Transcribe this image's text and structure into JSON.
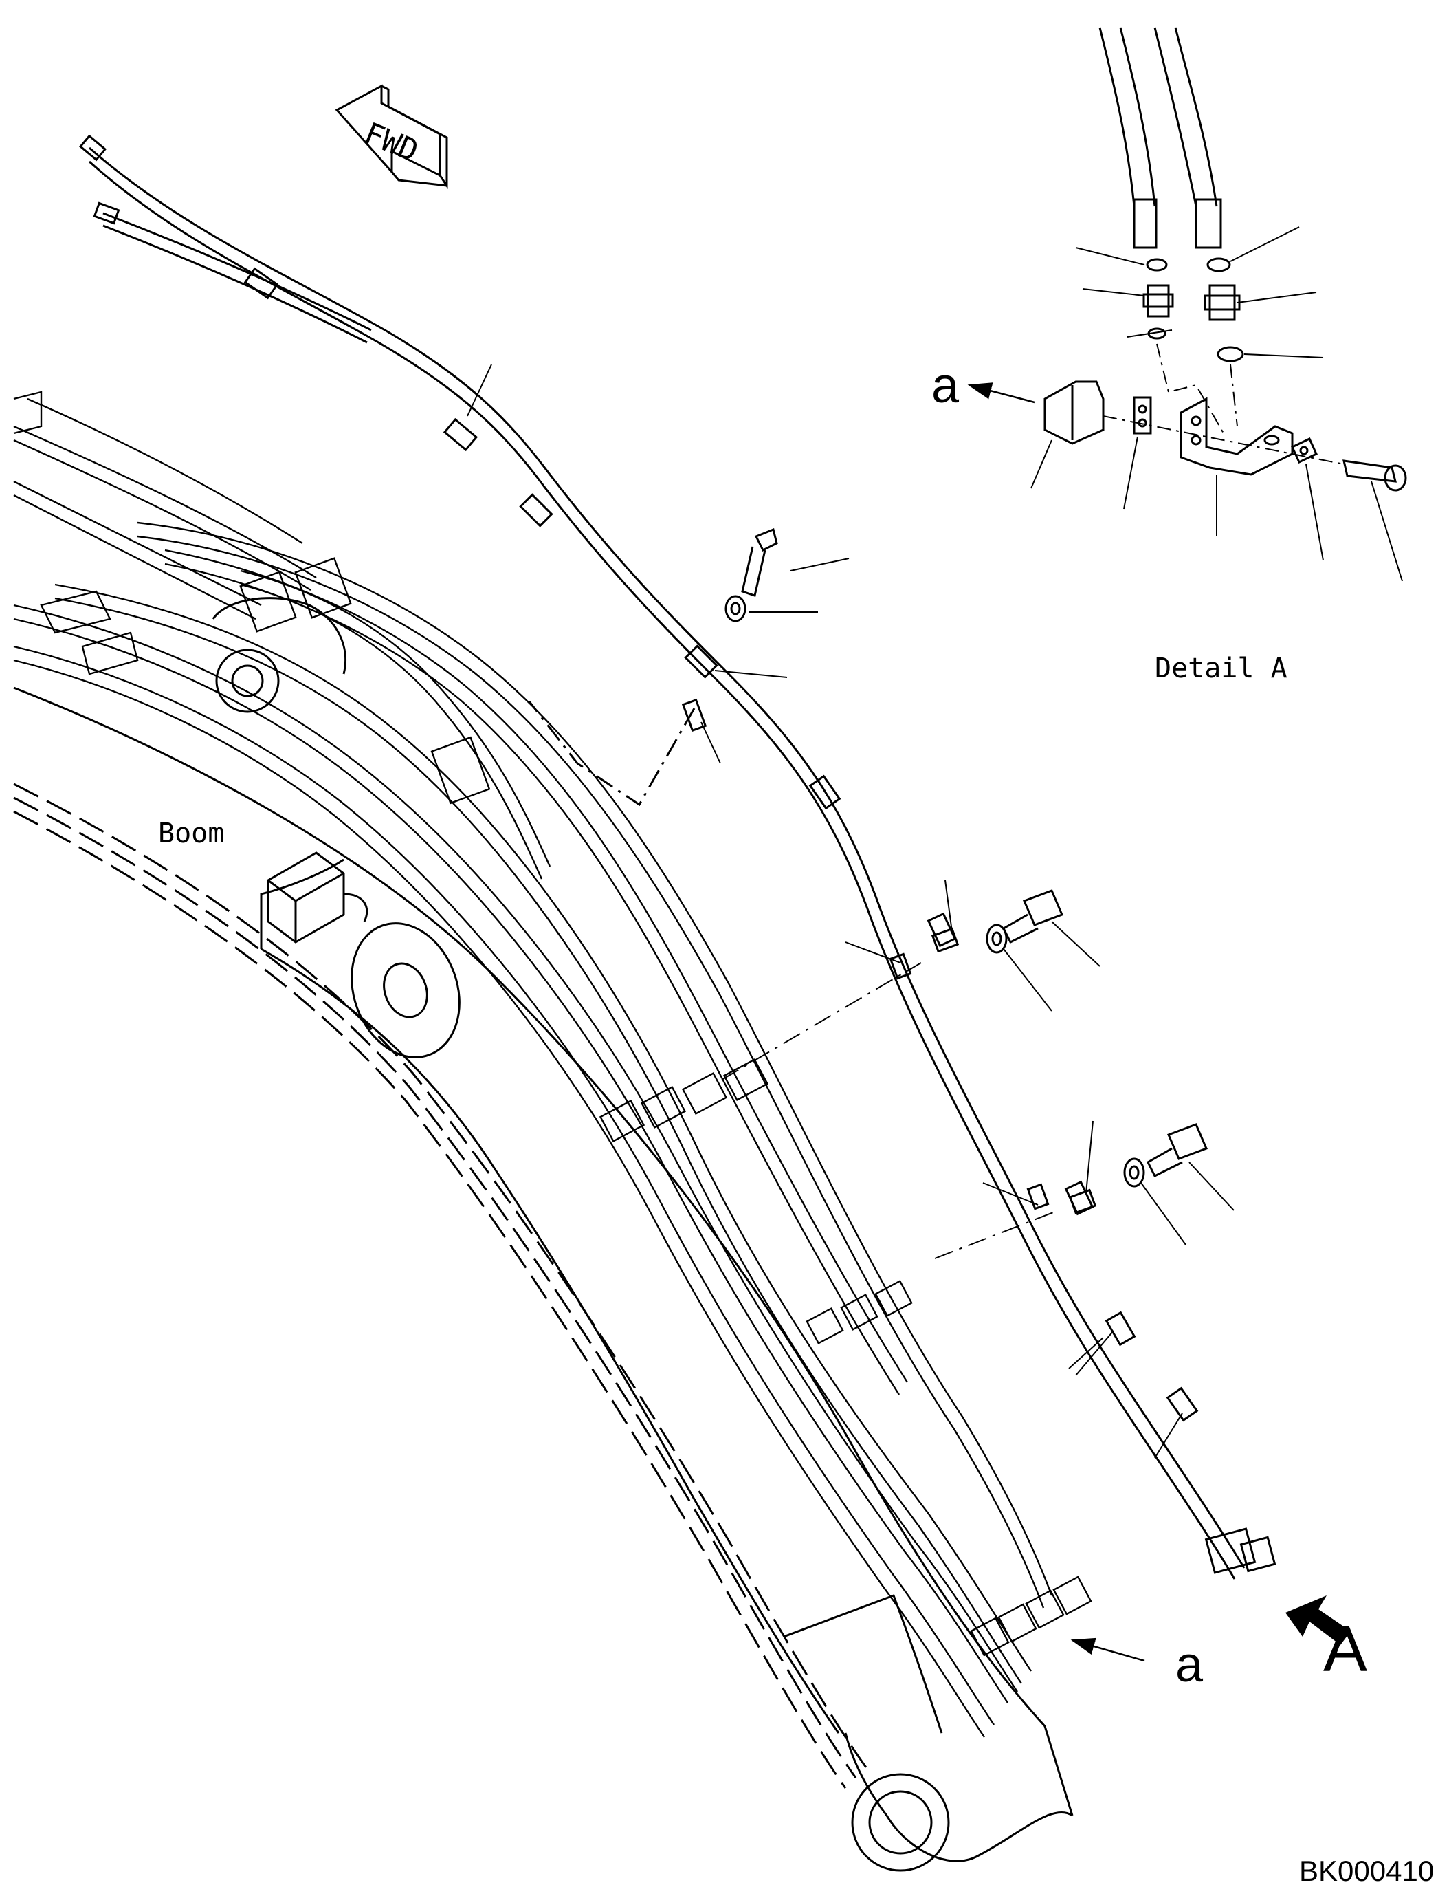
{
  "labels": {
    "fwd": "FWD",
    "detail": "Detail A",
    "boom": "Boom",
    "a_lower": "a",
    "a_detail": "a",
    "view_a": "A",
    "drawing_id": "BK000410"
  },
  "colors": {
    "line": "#000000",
    "background": "#ffffff"
  }
}
